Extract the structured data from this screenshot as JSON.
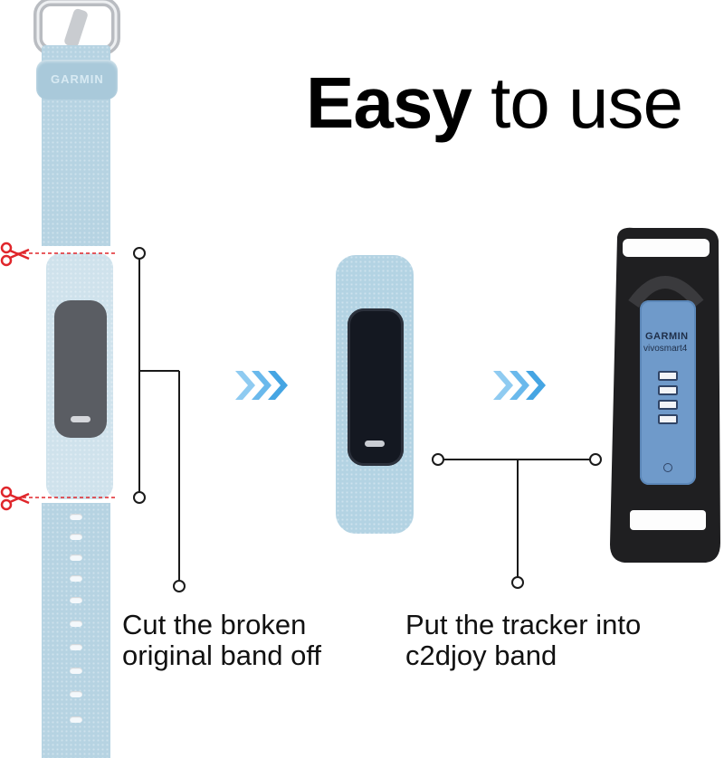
{
  "title": {
    "bold": "Easy",
    "rest": "to use"
  },
  "band_brand": "GARMIN",
  "tracker": {
    "brand": "GARMIN",
    "model": "vivosmart4"
  },
  "captions": {
    "step1": {
      "line1": "Cut the broken",
      "line2": "original band off"
    },
    "step2": {
      "line1": "Put the tracker into",
      "line2": "c2djoy band"
    }
  },
  "icons": {
    "cut": "scissors-icon",
    "arrow": "triple-chevron-right-icon"
  },
  "colors": {
    "band": "#b6d3e2",
    "tracker_body": "#6d98c9",
    "holder": "#1c1c1e",
    "scissors": "#e0262b",
    "chevron": "#5fb3ea",
    "line": "#1a1a1a"
  }
}
